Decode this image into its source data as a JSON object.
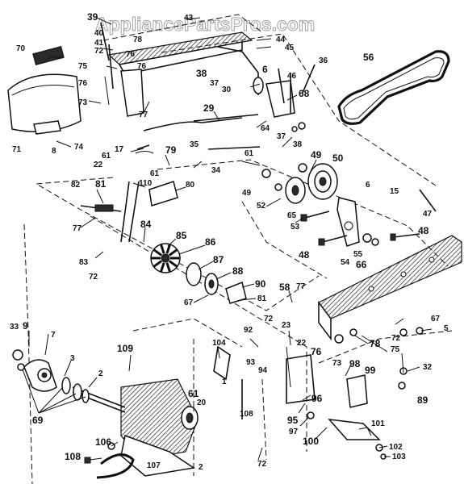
{
  "watermark": "AppliancePartsPros.com",
  "callouts": [
    {
      "id": "39",
      "text": "39",
      "big": true
    },
    {
      "id": "40",
      "text": "40"
    },
    {
      "id": "41",
      "text": "41"
    },
    {
      "id": "43",
      "text": "43"
    },
    {
      "id": "44",
      "text": "44"
    },
    {
      "id": "45",
      "text": "45"
    },
    {
      "id": "70",
      "text": "70"
    },
    {
      "id": "72a",
      "text": "72"
    },
    {
      "id": "75",
      "text": "75"
    },
    {
      "id": "78a",
      "text": "78"
    },
    {
      "id": "76a",
      "text": "76"
    },
    {
      "id": "76b",
      "text": "76"
    },
    {
      "id": "76c",
      "text": "76"
    },
    {
      "id": "73a",
      "text": "73"
    },
    {
      "id": "77a",
      "text": "77"
    },
    {
      "id": "38a",
      "text": "38"
    },
    {
      "id": "37a",
      "text": "37"
    },
    {
      "id": "6",
      "text": "6",
      "big": true
    },
    {
      "id": "36",
      "text": "36"
    },
    {
      "id": "56",
      "text": "56",
      "big": true
    },
    {
      "id": "30",
      "text": "30"
    },
    {
      "id": "46",
      "text": "46"
    },
    {
      "id": "68",
      "text": "68",
      "big": true
    },
    {
      "id": "29",
      "text": "29",
      "big": true
    },
    {
      "id": "64",
      "text": "64"
    },
    {
      "id": "37b",
      "text": "37"
    },
    {
      "id": "38b",
      "text": "38"
    },
    {
      "id": "71",
      "text": "71"
    },
    {
      "id": "8",
      "text": "8"
    },
    {
      "id": "74",
      "text": "74"
    },
    {
      "id": "17",
      "text": "17"
    },
    {
      "id": "79",
      "text": "79",
      "big": true
    },
    {
      "id": "61a",
      "text": "61"
    },
    {
      "id": "22",
      "text": "22"
    },
    {
      "id": "35",
      "text": "35"
    },
    {
      "id": "34",
      "text": "34"
    },
    {
      "id": "61b",
      "text": "61"
    },
    {
      "id": "49a",
      "text": "49",
      "big": true
    },
    {
      "id": "50",
      "text": "50",
      "big": true
    },
    {
      "id": "61c",
      "text": "61"
    },
    {
      "id": "110",
      "text": "110"
    },
    {
      "id": "80",
      "text": "80"
    },
    {
      "id": "82",
      "text": "82"
    },
    {
      "id": "81a",
      "text": "81",
      "big": true
    },
    {
      "id": "49b",
      "text": "49"
    },
    {
      "id": "52",
      "text": "52"
    },
    {
      "id": "6b",
      "text": "6"
    },
    {
      "id": "15",
      "text": "15"
    },
    {
      "id": "65",
      "text": "65"
    },
    {
      "id": "47",
      "text": "47"
    },
    {
      "id": "77b",
      "text": "77"
    },
    {
      "id": "84",
      "text": "84",
      "big": true
    },
    {
      "id": "53",
      "text": "53"
    },
    {
      "id": "48a",
      "text": "48",
      "big": true
    },
    {
      "id": "85",
      "text": "85",
      "big": true
    },
    {
      "id": "86",
      "text": "86",
      "big": true
    },
    {
      "id": "83",
      "text": "83"
    },
    {
      "id": "48b",
      "text": "48",
      "big": true
    },
    {
      "id": "55",
      "text": "55"
    },
    {
      "id": "54",
      "text": "54"
    },
    {
      "id": "66",
      "text": "66",
      "big": true
    },
    {
      "id": "87",
      "text": "87",
      "big": true
    },
    {
      "id": "72b",
      "text": "72"
    },
    {
      "id": "88",
      "text": "88",
      "big": true
    },
    {
      "id": "90",
      "text": "90",
      "big": true
    },
    {
      "id": "58",
      "text": "58",
      "big": true
    },
    {
      "id": "77c",
      "text": "77"
    },
    {
      "id": "67a",
      "text": "67"
    },
    {
      "id": "81b",
      "text": "81"
    },
    {
      "id": "72c",
      "text": "72"
    },
    {
      "id": "67b",
      "text": "67"
    },
    {
      "id": "5",
      "text": "5"
    },
    {
      "id": "33",
      "text": "33"
    },
    {
      "id": "9",
      "text": "9",
      "big": true
    },
    {
      "id": "7",
      "text": "7"
    },
    {
      "id": "109",
      "text": "109",
      "big": true
    },
    {
      "id": "92",
      "text": "92"
    },
    {
      "id": "23",
      "text": "23"
    },
    {
      "id": "72d",
      "text": "72"
    },
    {
      "id": "78b",
      "text": "78",
      "big": true
    },
    {
      "id": "104",
      "text": "104"
    },
    {
      "id": "22b",
      "text": "22"
    },
    {
      "id": "76d",
      "text": "76",
      "big": true
    },
    {
      "id": "75b",
      "text": "75"
    },
    {
      "id": "93",
      "text": "93"
    },
    {
      "id": "3",
      "text": "3"
    },
    {
      "id": "73b",
      "text": "73"
    },
    {
      "id": "98",
      "text": "98",
      "big": true
    },
    {
      "id": "99",
      "text": "99",
      "big": true
    },
    {
      "id": "32",
      "text": "32"
    },
    {
      "id": "2a",
      "text": "2"
    },
    {
      "id": "94",
      "text": "94"
    },
    {
      "id": "1",
      "text": "1"
    },
    {
      "id": "108a",
      "text": "108"
    },
    {
      "id": "61d",
      "text": "61",
      "big": true
    },
    {
      "id": "89",
      "text": "89",
      "big": true
    },
    {
      "id": "20",
      "text": "20"
    },
    {
      "id": "69",
      "text": "69",
      "big": true
    },
    {
      "id": "96",
      "text": "96",
      "big": true
    },
    {
      "id": "95",
      "text": "95",
      "big": true
    },
    {
      "id": "97",
      "text": "97"
    },
    {
      "id": "101",
      "text": "101"
    },
    {
      "id": "100",
      "text": "100",
      "big": true
    },
    {
      "id": "106",
      "text": "106",
      "big": true
    },
    {
      "id": "102",
      "text": "102"
    },
    {
      "id": "108b",
      "text": "108",
      "big": true
    },
    {
      "id": "107",
      "text": "107"
    },
    {
      "id": "2b",
      "text": "2"
    },
    {
      "id": "72e",
      "text": "72"
    },
    {
      "id": "103",
      "text": "103"
    }
  ]
}
